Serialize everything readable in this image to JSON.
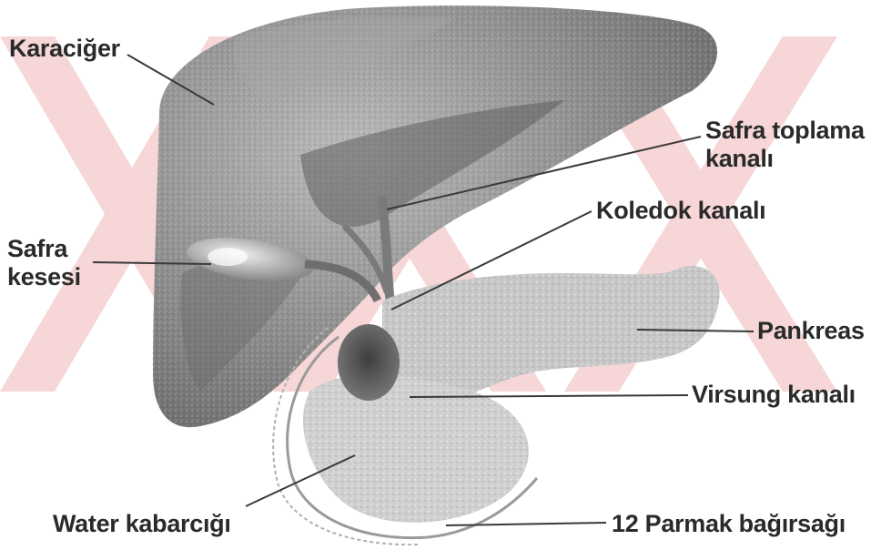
{
  "labels": {
    "liver": "Karaciğer",
    "bile_collecting_line1": "Safra toplama",
    "bile_collecting_line2": "kanalı",
    "common_bile_duct": "Koledok kanalı",
    "gallbladder_line1": "Safra",
    "gallbladder_line2": "kesesi",
    "pancreas": "Pankreas",
    "wirsung_duct": "Virsung kanalı",
    "ampulla_vater": "Water kabarcığı",
    "duodenum": "12 Parmak bağırsağı"
  },
  "colors": {
    "watermark": "#f6d6d6",
    "liver": "#8f8f8f",
    "liver_dark": "#5d5d5d",
    "pancreas": "#c4c4c4",
    "leader_line": "#3a3a3a",
    "label_text": "#2a2a2a"
  }
}
